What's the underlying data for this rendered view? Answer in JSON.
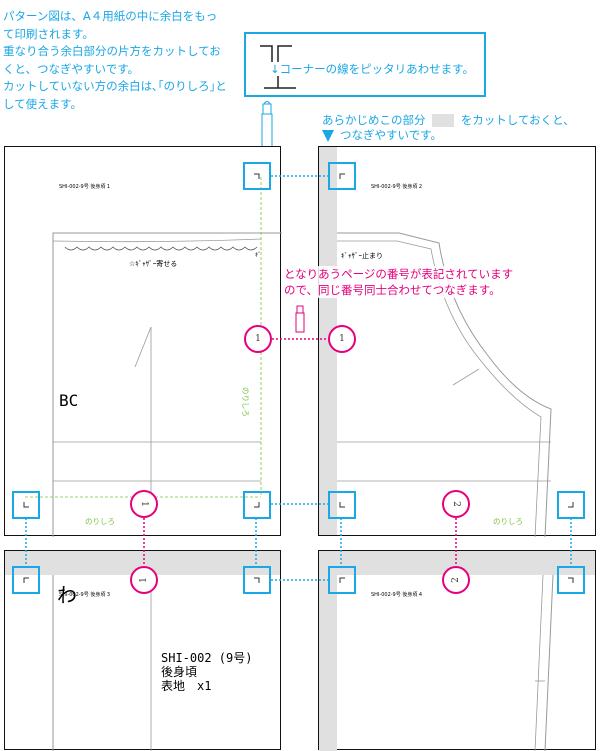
{
  "intro_lines": [
    "パターン図は、A４用紙の中に余白をもっ",
    "て印刷されます。",
    "重なり合う余白部分の片方をカットしてお",
    "くと、つなぎやすいです。",
    "カットしていない方の余白は､｢のりしろ｣と",
    "して使えます。"
  ],
  "callout": {
    "text": "↓コーナーの線をピッタリあわせます。"
  },
  "cut_note": {
    "line1_a": "あらかじめこの部分",
    "line1_b": "をカットしておくと、",
    "line2": "つなぎやすいです。"
  },
  "page_number_note": {
    "line1": "となりあうページの番号が表記されています",
    "line2": "ので、同じ番号同士合わせてつなぎます。"
  },
  "pages": {
    "p1_header": "SHI-002-9号  後身頃  1",
    "p2_header": "SHI-002-9号  後身頃  2",
    "p3_header": "SHI-002-9号  後身頃  3",
    "p4_header": "SHI-002-9号  後身頃  4"
  },
  "pattern": {
    "gather_label": "☆ｷﾞｬｻﾞｰ寄せる",
    "gather_stop": "ｷﾞｬｻﾞｰ止まり",
    "gather_short": "ｷﾞ",
    "bc_label": "BC",
    "wa_label": "わ",
    "info_code": "SHI-002 (9号)",
    "info_name": "後身頃",
    "info_fabric": "表地　x1"
  },
  "markers": {
    "m1": "1",
    "m2": "2"
  },
  "noshiro_label": "のりしろ",
  "colors": {
    "blue": "#1aa7e6",
    "pink": "#e6007e",
    "green": "#7fc241",
    "gray": "#e0e0e0"
  }
}
